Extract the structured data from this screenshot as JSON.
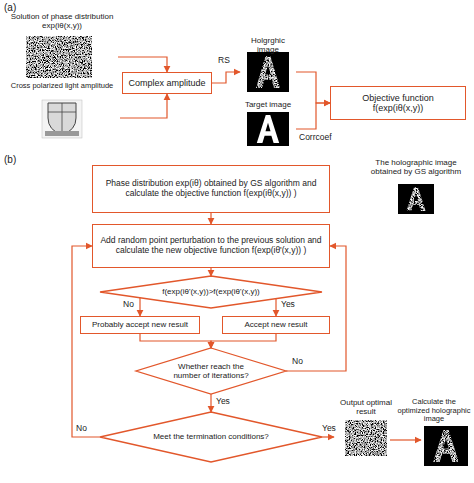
{
  "diagram": {
    "nodes": [
      {
        "text": [
          "Solution of phase distribution exp(iθ(x,y))"
        ]
      },
      {
        "text": [
          "Cross polarized light amplitude"
        ]
      },
      {
        "text": [
          "Complex amplitude"
        ]
      },
      {
        "text": [
          "Holgrghic image"
        ]
      },
      {
        "text": [
          "Target image"
        ]
      },
      {
        "text": [
          "Objective function f(exp(iθ(x,y))"
        ]
      },
      {
        "text": [
          "Phase distribution exp(iθ) obtained by GS algorithm and calculate the objective function f(exp(iθ(x,y)) )"
        ]
      },
      {
        "text": [
          "The holographic image obtained by GS algorithm"
        ]
      },
      {
        "text": [
          "Add random point perturbation to the previous solution and calculate the new objective function f(exp(iθ'(x,y)) )"
        ]
      },
      {
        "text": [
          "f(exp(iθ'(x,y))>f(exp(iθ'(x,y))"
        ]
      },
      {
        "text": [
          "Probably accept new result"
        ]
      },
      {
        "text": [
          "Accept new result"
        ]
      },
      {
        "text": [
          "Whether reach the number of iterations?"
        ]
      },
      {
        "text": [
          "Meet the termination conditions?"
        ]
      },
      {
        "text": [
          "Output optimal result"
        ]
      }
    ],
    "edges": [
      {
        "from": 0,
        "to": 2,
        "arrow": "to"
      },
      {
        "from": 1,
        "to": 2,
        "arrow": "to"
      },
      {
        "from": 2,
        "to": 3,
        "label": "RS",
        "arrow": "to"
      },
      {
        "from": 3,
        "to": 5,
        "arrow": "to"
      },
      {
        "from": 4,
        "to": 5,
        "label": "Corrcoef",
        "arrow": "to"
      },
      {
        "from": 6,
        "to": 8,
        "arrow": "to"
      },
      {
        "from": 8,
        "to": 9,
        "arrow": "to"
      },
      {
        "from": 9,
        "to": 10,
        "label": "No",
        "arrow": "to"
      },
      {
        "from": 9,
        "to": 11,
        "label": "Yes",
        "arrow": "to"
      },
      {
        "from": 10,
        "to": 12,
        "arrow": "to"
      },
      {
        "from": 11,
        "to": 12,
        "arrow": "to"
      },
      {
        "from": 12,
        "to": 8,
        "label": "No",
        "arrow": "to"
      },
      {
        "from": 12,
        "to": 13,
        "label": "Yes",
        "arrow": "to"
      },
      {
        "from": 13,
        "to": 8,
        "label": "No",
        "arrow": "to"
      },
      {
        "from": 13,
        "to": 14,
        "label": "Yes",
        "arrow": "to"
      }
    ],
    "labels": [
      "(a)",
      "(b)",
      "Calculate the optimized holographic image"
    ]
  }
}
